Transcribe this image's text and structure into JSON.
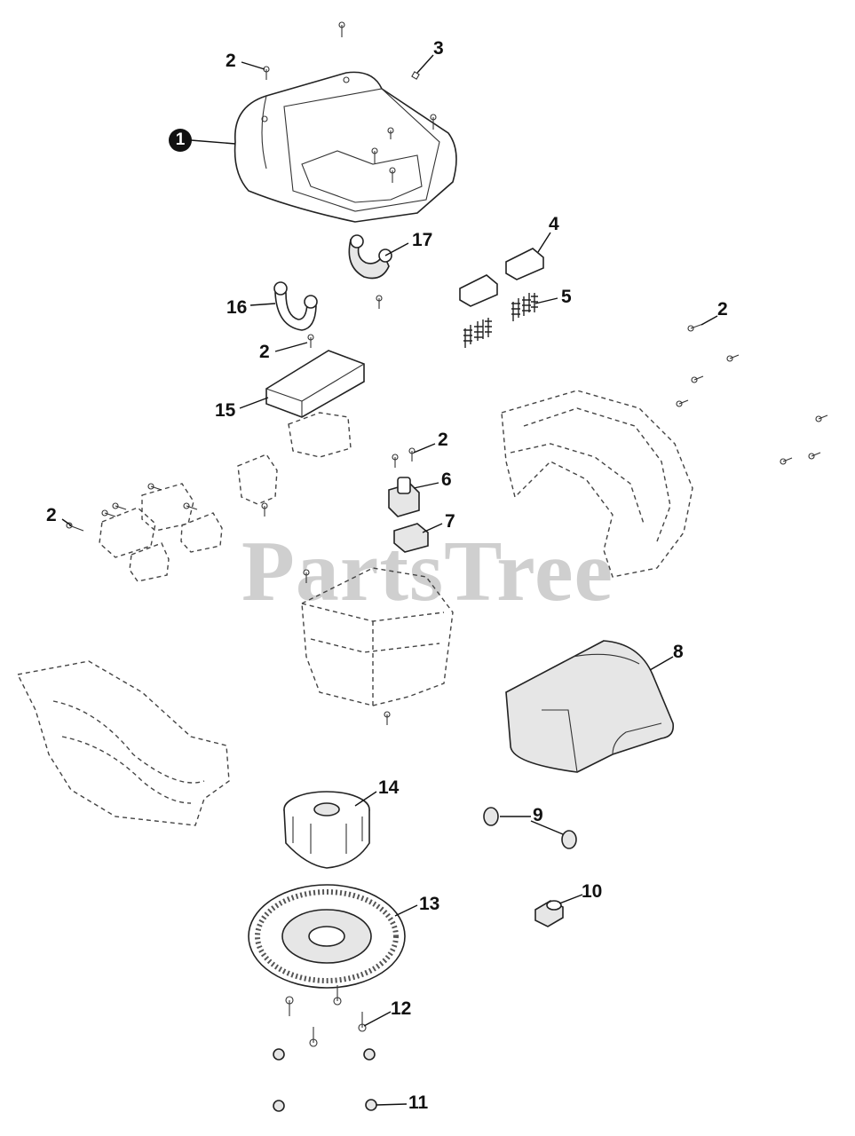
{
  "watermark": "PartsTree",
  "callouts": [
    {
      "id": "c1",
      "label": "1"
    },
    {
      "id": "c2a",
      "label": "2"
    },
    {
      "id": "c3",
      "label": "3"
    },
    {
      "id": "c17",
      "label": "17"
    },
    {
      "id": "c4",
      "label": "4"
    },
    {
      "id": "c16",
      "label": "16"
    },
    {
      "id": "c5",
      "label": "5"
    },
    {
      "id": "c2b",
      "label": "2"
    },
    {
      "id": "c2c",
      "label": "2"
    },
    {
      "id": "c15",
      "label": "15"
    },
    {
      "id": "c2d",
      "label": "2"
    },
    {
      "id": "c6",
      "label": "6"
    },
    {
      "id": "c2e",
      "label": "2"
    },
    {
      "id": "c7",
      "label": "7"
    },
    {
      "id": "c8",
      "label": "8"
    },
    {
      "id": "c14",
      "label": "14"
    },
    {
      "id": "c9",
      "label": "9"
    },
    {
      "id": "c10",
      "label": "10"
    },
    {
      "id": "c13",
      "label": "13"
    },
    {
      "id": "c12",
      "label": "12"
    },
    {
      "id": "c11",
      "label": "11"
    }
  ]
}
